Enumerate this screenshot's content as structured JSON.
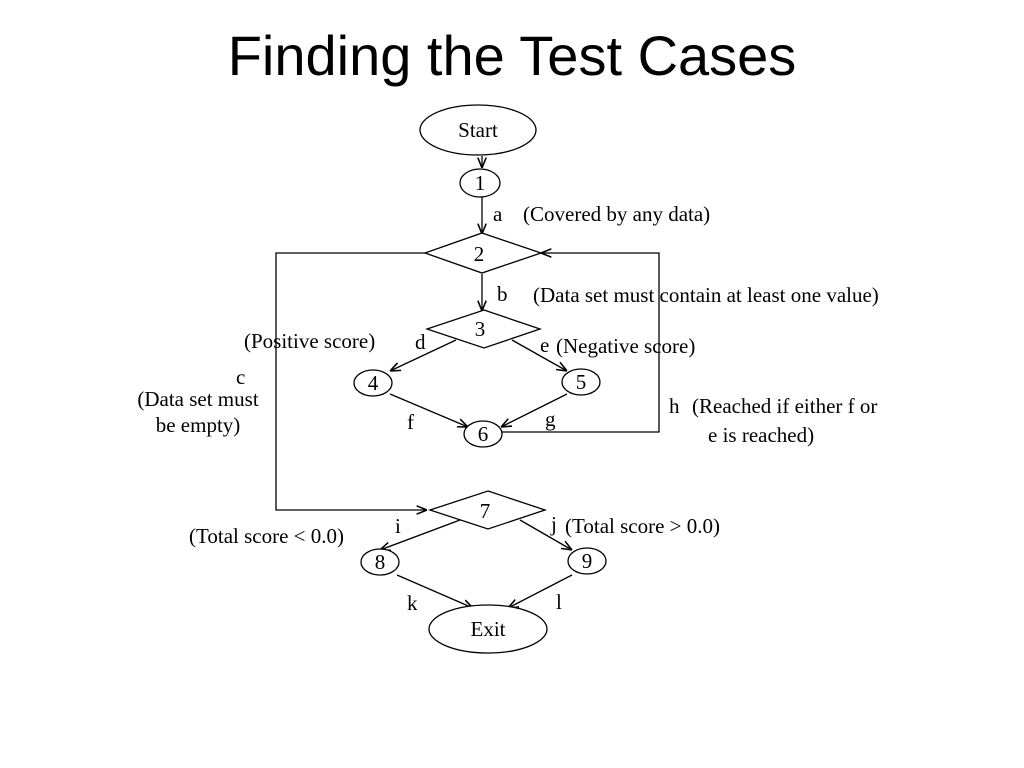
{
  "slide": {
    "title": "Finding the Test Cases"
  },
  "nodes": {
    "start": "Start",
    "exit": "Exit",
    "n1": "1",
    "n2": "2",
    "n3": "3",
    "n4": "4",
    "n5": "5",
    "n6": "6",
    "n7": "7",
    "n8": "8",
    "n9": "9"
  },
  "edges": {
    "a": "a",
    "b": "b",
    "c": "c",
    "d": "d",
    "e": "e",
    "f": "f",
    "g": "g",
    "h": "h",
    "i": "i",
    "j": "j",
    "k": "k",
    "l": "l"
  },
  "notes": {
    "a": "(Covered by any data)",
    "b": "(Data set must contain at least one value)",
    "c_line1": "(Data set must",
    "c_line2": "be empty)",
    "d": "(Positive score)",
    "e": "(Negative score)",
    "h_line1": "(Reached if either f or",
    "h_line2": "e is reached)",
    "i": "(Total score < 0.0)",
    "j": "(Total score > 0.0)"
  }
}
